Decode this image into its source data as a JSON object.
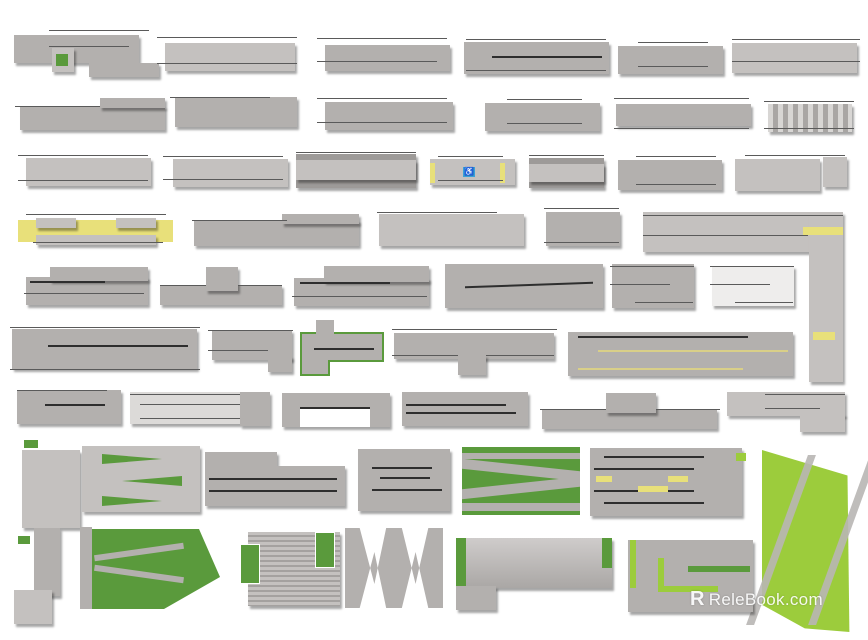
{
  "image": {
    "description": "Grid catalog of 3D accessible ramp models with railings, rendered in plan/axonometric view",
    "background": "#ffffff",
    "colors": {
      "concrete": "#b3b0ae",
      "concrete_light": "#c4c1bf",
      "rail": "#5a5a5a",
      "grass_dark": "#5a9a3c",
      "grass_lime": "#9ccc3c",
      "tactile_yellow": "#e8e07a",
      "accessibility_sign_blue": "#3aa0d8"
    },
    "rows": [
      {
        "row": 1,
        "count": 6,
        "type": "railed-ramp"
      },
      {
        "row": 2,
        "count": 6,
        "type": "railed-ramp"
      },
      {
        "row": 3,
        "count": 7,
        "type": "railed-ramp"
      },
      {
        "row": 4,
        "count": 6,
        "type": "railed-ramp"
      },
      {
        "row": 5,
        "count": 6,
        "type": "switchback-ramp"
      },
      {
        "row": 6,
        "count": 5,
        "type": "switchback-ramp"
      },
      {
        "row": 7,
        "count": 6,
        "type": "switchback-ramp"
      },
      {
        "row": 8,
        "count": 7,
        "type": "landscaped-ramp"
      },
      {
        "row": 9,
        "count": 5,
        "type": "landscaped-ramp"
      }
    ]
  },
  "watermark": {
    "logo": "R",
    "text": "ReleBook.com"
  }
}
